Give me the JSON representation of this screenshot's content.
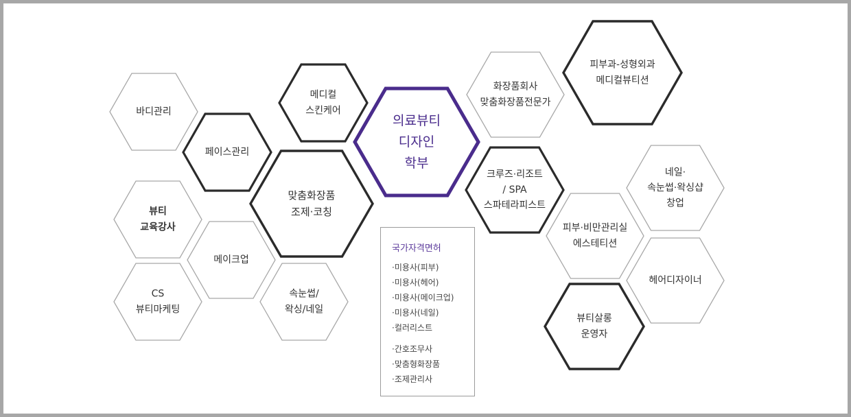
{
  "center": {
    "lines": [
      "의료뷰티",
      "디자인",
      "학부"
    ]
  },
  "hexagons": [
    {
      "id": "body-care",
      "lines": [
        "바디관리"
      ],
      "style": "light"
    },
    {
      "id": "face-care",
      "lines": [
        "페이스관리"
      ],
      "style": "dark"
    },
    {
      "id": "medical-skincare",
      "lines": [
        "메디컬",
        "스킨케어"
      ],
      "style": "dark"
    },
    {
      "id": "beauty-instructor",
      "lines": [
        "뷰티",
        "교육강사"
      ],
      "style": "light",
      "bold": true
    },
    {
      "id": "makeup",
      "lines": [
        "메이크업"
      ],
      "style": "light"
    },
    {
      "id": "custom-cosmetics",
      "lines": [
        "맞춤화장품",
        "조제·코칭"
      ],
      "style": "dark"
    },
    {
      "id": "cs-marketing",
      "lines": [
        "CS",
        "뷰티마케팅"
      ],
      "style": "light"
    },
    {
      "id": "lash-nail",
      "lines": [
        "속눈썹/",
        "왁싱/네일"
      ],
      "style": "light"
    },
    {
      "id": "cosmetics-company",
      "lines": [
        "화장품회사",
        "맞춤화장품전문가"
      ],
      "style": "light"
    },
    {
      "id": "dermatology",
      "lines": [
        "피부과-성형외과",
        "메디컬뷰티션"
      ],
      "style": "dark"
    },
    {
      "id": "cruise-resort",
      "lines": [
        "크루즈·리조트",
        "/ SPA",
        "스파테라피스트"
      ],
      "style": "dark"
    },
    {
      "id": "nail-startup",
      "lines": [
        "네일·",
        "속눈썹·왁싱샵",
        "창업"
      ],
      "style": "light"
    },
    {
      "id": "skin-obesity",
      "lines": [
        "피부·비만관리실",
        "에스테티션"
      ],
      "style": "light"
    },
    {
      "id": "hair-designer",
      "lines": [
        "헤어디자이너"
      ],
      "style": "light"
    },
    {
      "id": "beauty-salon",
      "lines": [
        "뷰티살롱",
        "운영자"
      ],
      "style": "dark"
    }
  ],
  "license_box": {
    "title": "국가자격면허",
    "group1": [
      "·미용사(피부)",
      "·미용사(헤어)",
      "·미용사(메이크업)",
      "·미용사(네일)",
      "·컬러리스트"
    ],
    "group2": [
      "·간호조무사",
      "·맞춤형화장품",
      "·조제관리사"
    ]
  },
  "colors": {
    "center_stroke": "#4a2c8c",
    "center_text": "#4a2c8c",
    "dark_stroke": "#2b2b2b",
    "light_stroke": "#a8a8a8",
    "license_title": "#5b3a9b",
    "frame": "#a7a7a7"
  }
}
